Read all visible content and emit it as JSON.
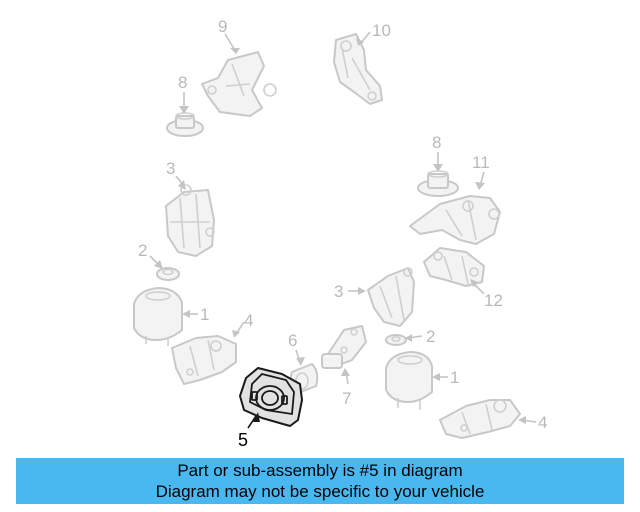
{
  "callouts": {
    "c9": "9",
    "c10": "10",
    "c8a": "8",
    "c3a": "3",
    "c8b": "8",
    "c11": "11",
    "c2a": "2",
    "c1a": "1",
    "c4a": "4",
    "c3b": "3",
    "c12": "12",
    "c6": "6",
    "c2b": "2",
    "c7": "7",
    "c1b": "1",
    "c4b": "4",
    "c5": "5"
  },
  "highlighted_part": "5",
  "colors": {
    "banner": "#4ab8f0",
    "faded_part": "#c8c8c8",
    "highlight": "#1a1a1a"
  },
  "banner": {
    "line1": "Part or sub-assembly is #5 in diagram",
    "line2": "Diagram may not be specific to your vehicle"
  }
}
